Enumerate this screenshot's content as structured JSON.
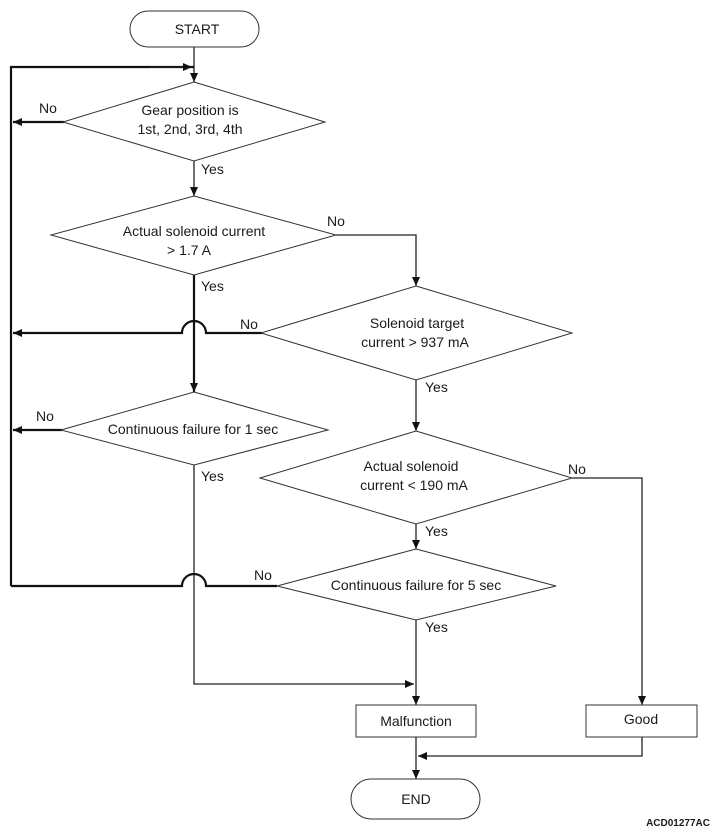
{
  "nodes": {
    "start": "START",
    "gear_line1": "Gear position is",
    "gear_line2": "1st, 2nd, 3rd, 4th",
    "actual17_line1": "Actual solenoid current",
    "actual17_line2": "> 1.7 A",
    "target_line1": "Solenoid target",
    "target_line2": "current > 937 mA",
    "cont1": "Continuous failure for 1 sec",
    "actual190_line1": "Actual solenoid",
    "actual190_line2": "current < 190 mA",
    "cont5": "Continuous failure for 5 sec",
    "malfunction": "Malfunction",
    "good": "Good",
    "end": "END"
  },
  "labels": {
    "yes": "Yes",
    "no": "No"
  },
  "figure_code": "ACD01277AC"
}
